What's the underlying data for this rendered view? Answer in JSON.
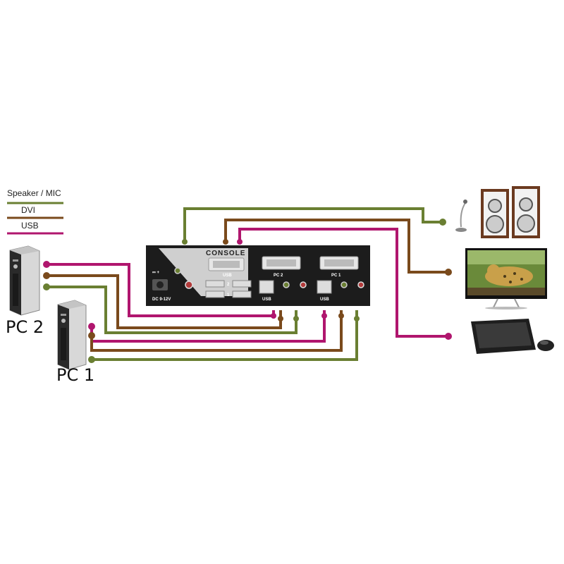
{
  "legend": {
    "items": [
      {
        "label": "Speaker / MIC",
        "color": "#6a7f32"
      },
      {
        "label": "DVI",
        "color": "#7a4a1c"
      },
      {
        "label": "USB",
        "color": "#b0166e"
      }
    ]
  },
  "pcs": [
    {
      "label": "PC 2"
    },
    {
      "label": "PC 1"
    }
  ],
  "kvm": {
    "console_label": "CONSOLE",
    "usb_label": "USB",
    "port_2": "2",
    "port_1": "1",
    "dc_label": "DC 9-12V",
    "pc1_usb": "USB",
    "pc2_usb": "USB",
    "pc2_label": "PC 2",
    "pc1_label": "PC 1"
  },
  "colors": {
    "audio": "#6a7f32",
    "dvi": "#7a4a1c",
    "usb": "#b0166e",
    "kvm_body": "#1c1c1c"
  },
  "devices": [
    "speaker-microphone-icon",
    "monitor-icon",
    "keyboard-mouse-icon"
  ]
}
